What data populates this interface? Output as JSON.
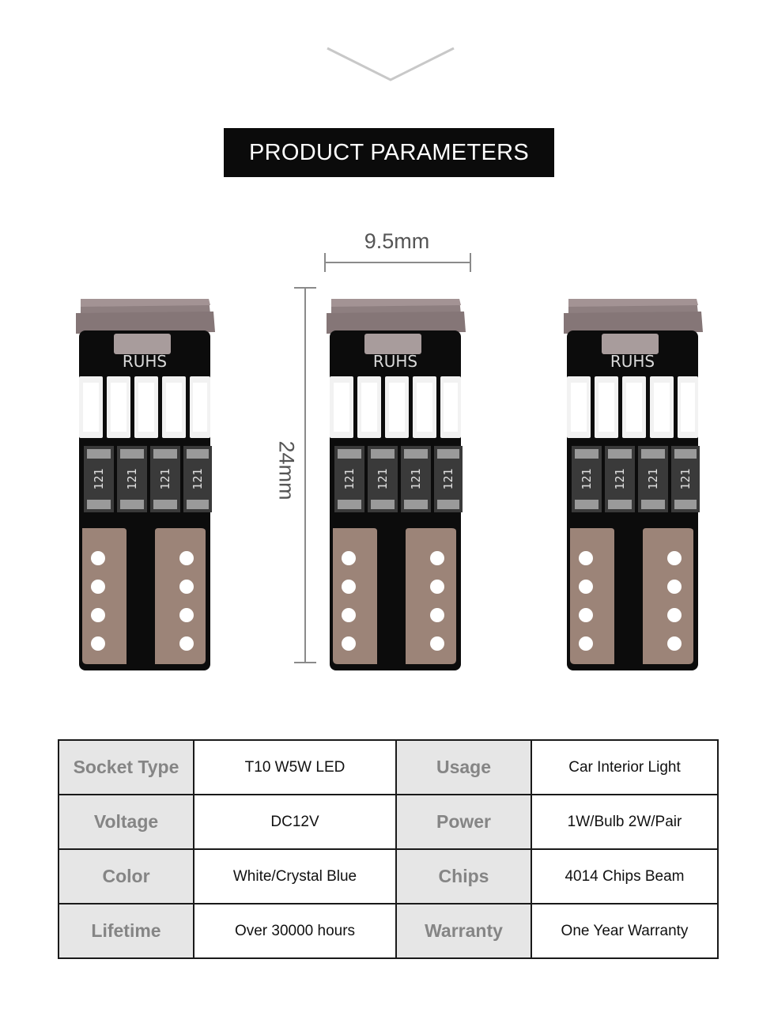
{
  "header": {
    "banner_title": "PRODUCT PARAMETERS"
  },
  "dimensions": {
    "width_label": "9.5mm",
    "height_label": "24mm"
  },
  "bulb": {
    "marking": "RUHS",
    "resistor_code": "121"
  },
  "specs": [
    {
      "label": "Socket Type",
      "value": "T10 W5W LED",
      "label2": "Usage",
      "value2": "Car Interior Light"
    },
    {
      "label": "Voltage",
      "value": "DC12V",
      "label2": "Power",
      "value2": "1W/Bulb 2W/Pair"
    },
    {
      "label": "Color",
      "value": "White/Crystal Blue",
      "label2": "Chips",
      "value2": "4014 Chips Beam"
    },
    {
      "label": "Lifetime",
      "value": "Over 30000 hours",
      "label2": "Warranty",
      "value2": "One Year Warranty"
    }
  ]
}
